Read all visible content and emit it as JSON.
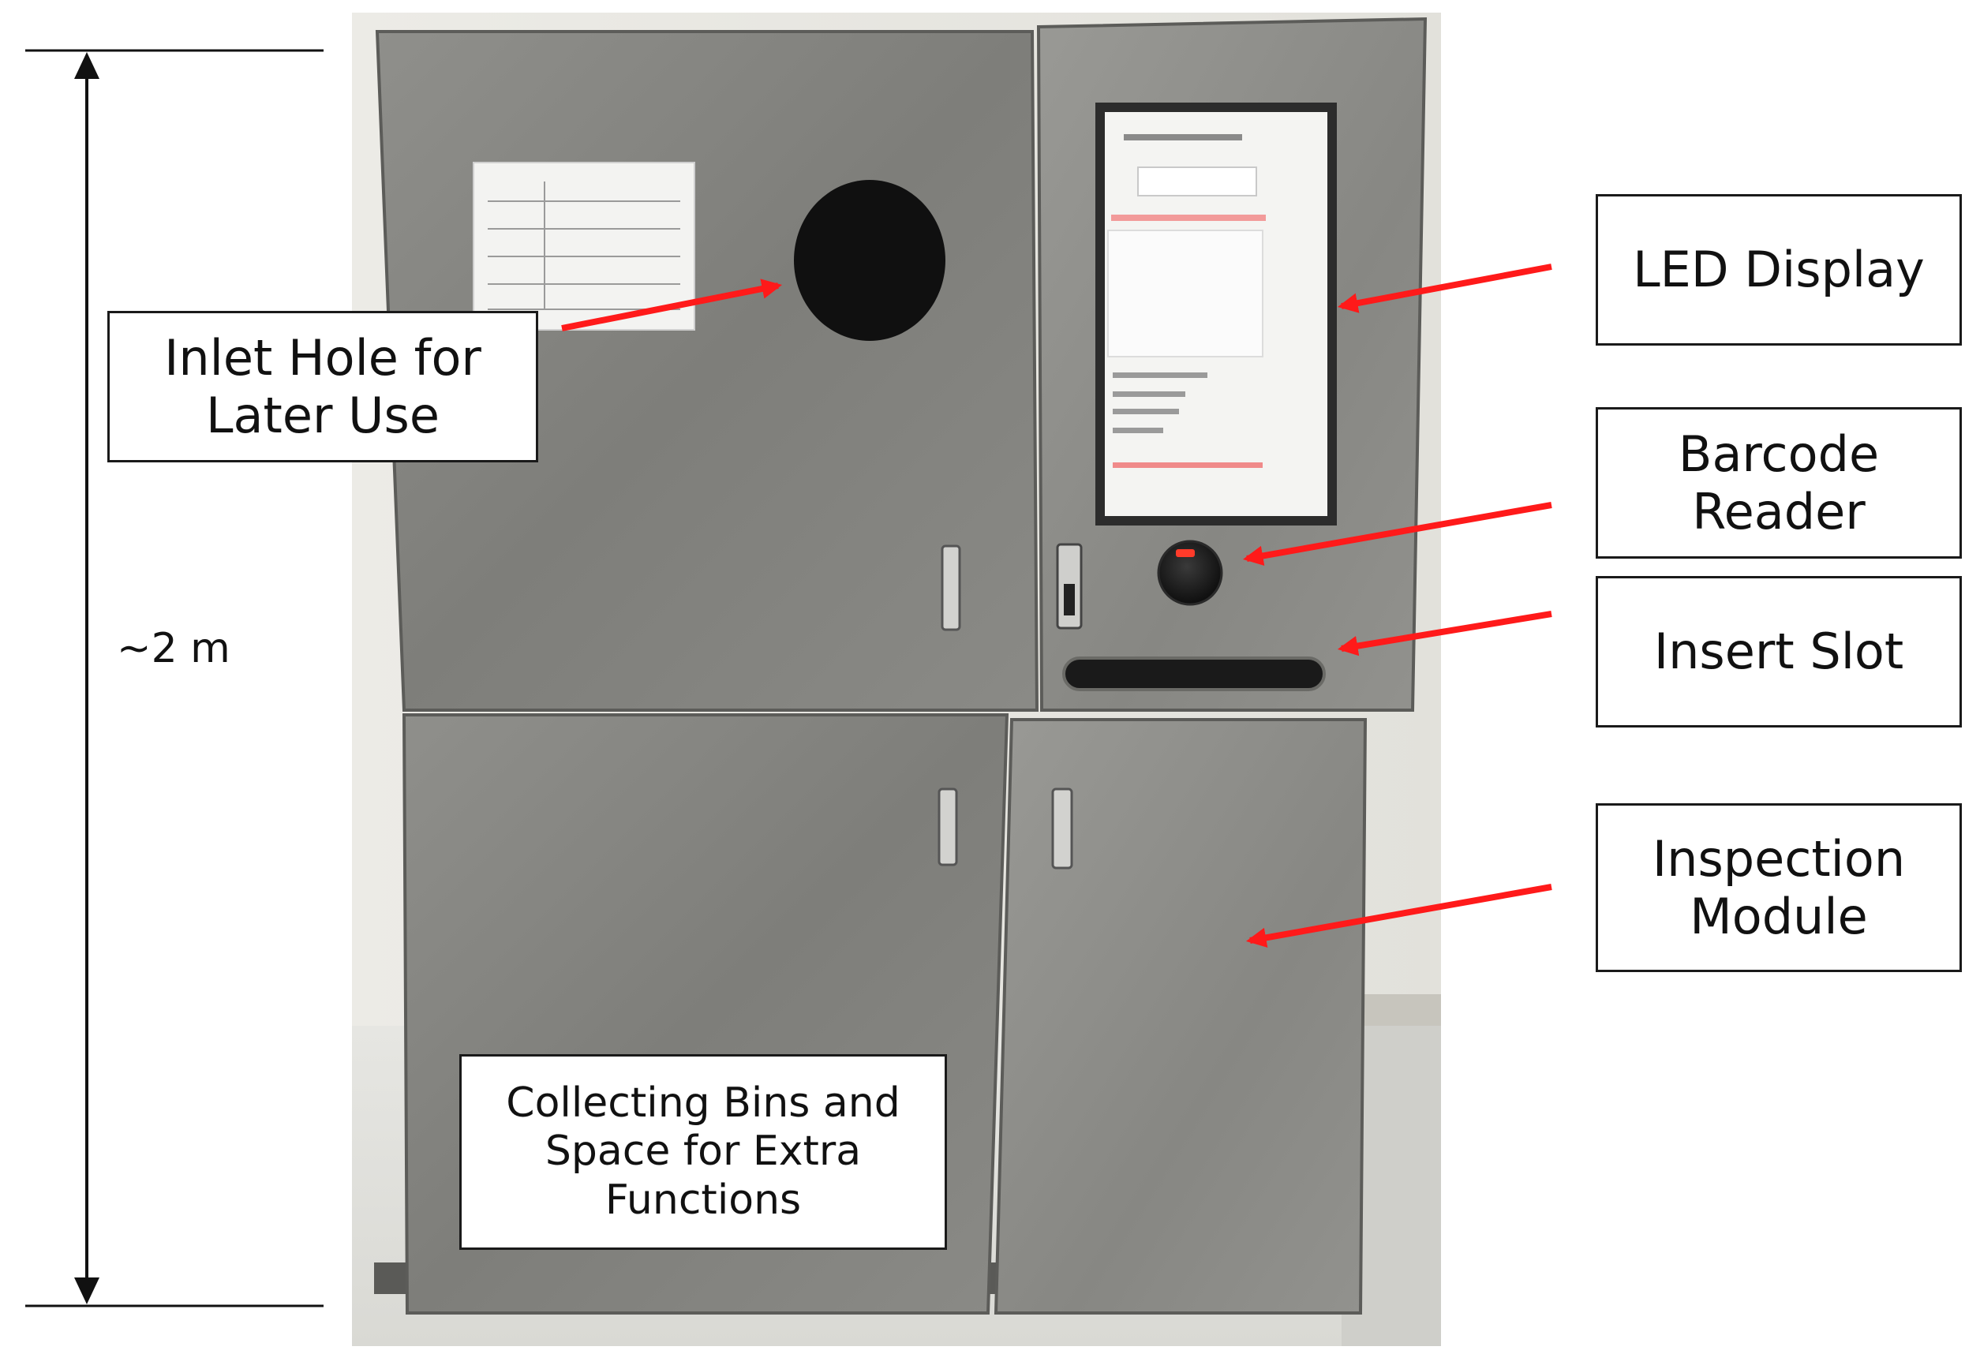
{
  "dimension": {
    "label": "~2 m"
  },
  "callouts": {
    "inlet_hole": "Inlet Hole for Later Use",
    "led_display": "LED Display",
    "barcode_reader": "Barcode Reader",
    "insert_slot": "Insert Slot",
    "inspection_module": "Inspection Module",
    "collecting_bins": "Collecting Bins and Space for Extra Functions"
  },
  "colors": {
    "arrow": "#ff1a1a",
    "cabinet": "#8a8a86",
    "screen": "#f4f4f2"
  }
}
